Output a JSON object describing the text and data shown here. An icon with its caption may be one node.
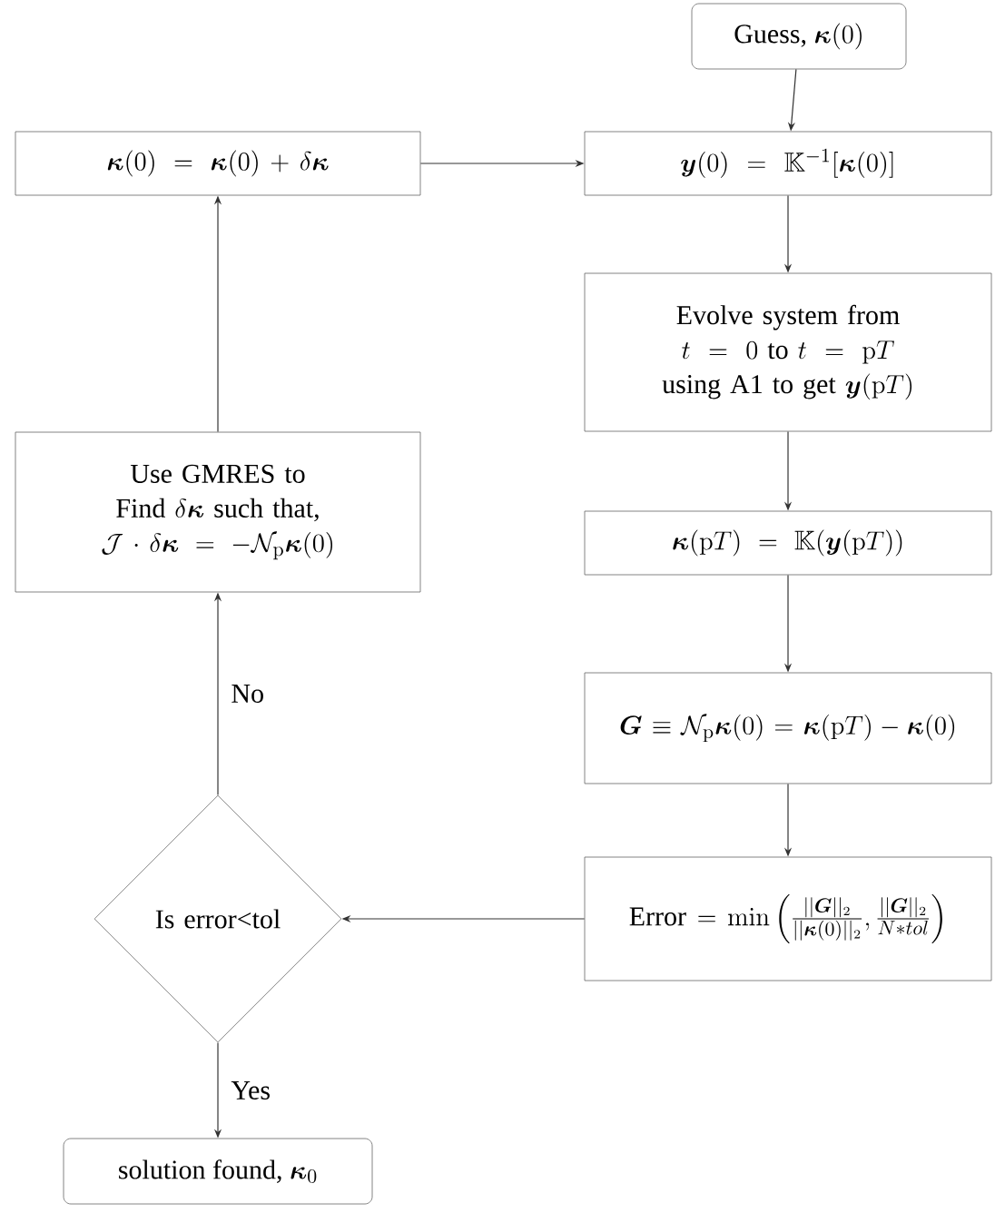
{
  "diagram": {
    "nodes": [
      {
        "text": [
          "\\text{Guess, }\\boldsymbol{\\kappa}(0)"
        ]
      },
      {
        "text": [
          "\\boldsymbol{\\kappa}(0) = \\boldsymbol{\\kappa}(0) + \\delta\\boldsymbol{\\kappa}"
        ]
      },
      {
        "text": [
          "\\boldsymbol{y}(0) = \\mathbb{K}^{-1}[\\boldsymbol{\\kappa}(0)]"
        ]
      },
      {
        "text": [
          "Evolve system from",
          "t = 0 \\text{ to } t = \\mathrm{p}T",
          "\\text{using A1 to get } \\boldsymbol{y}(\\mathrm{p}T)"
        ]
      },
      {
        "text": [
          "Use GMRES to",
          "\\text{Find } \\delta\\boldsymbol{\\kappa} \\text{ such that,}",
          "\\mathcal{J} \\cdot \\delta\\boldsymbol{\\kappa} = -\\mathcal{N}_{\\mathrm{p}}\\boldsymbol{\\kappa}(0)"
        ]
      },
      {
        "text": [
          "\\boldsymbol{\\kappa}(\\mathrm{p}T) = \\mathbb{K}(\\boldsymbol{y}(\\mathrm{p}T))"
        ]
      },
      {
        "text": [
          "\\boldsymbol{G} \\equiv \\mathcal{N}_{\\mathrm{p}}\\boldsymbol{\\kappa}(0) = \\boldsymbol{\\kappa}(\\mathrm{p}T) - \\boldsymbol{\\kappa}(0)"
        ]
      },
      {
        "text": [
          "Is error<tol"
        ]
      },
      {
        "text": [
          "\\text{Error} = \\min\\left(\\frac{||\\boldsymbol{G}||_2}{||\\boldsymbol{\\kappa}(0)||_2}, \\frac{||\\boldsymbol{G}||_2}{N * tol}\\right)"
        ]
      },
      {
        "text": [
          "\\text{solution found, }\\boldsymbol{\\kappa}_0"
        ]
      }
    ],
    "edges": [
      {
        "from": 0,
        "to": 2,
        "arrow": "to"
      },
      {
        "from": 1,
        "to": 2,
        "arrow": "to"
      },
      {
        "from": 2,
        "to": 3,
        "arrow": "to"
      },
      {
        "from": 3,
        "to": 5,
        "arrow": "to"
      },
      {
        "from": 5,
        "to": 6,
        "arrow": "to"
      },
      {
        "from": 6,
        "to": 8,
        "arrow": "to"
      },
      {
        "from": 8,
        "to": 7,
        "arrow": "to"
      },
      {
        "from": 7,
        "to": 4,
        "arrow": "to",
        "label": "No"
      },
      {
        "from": 4,
        "to": 1,
        "arrow": "to"
      },
      {
        "from": 7,
        "to": 9,
        "arrow": "to",
        "label": "Yes"
      }
    ]
  }
}
